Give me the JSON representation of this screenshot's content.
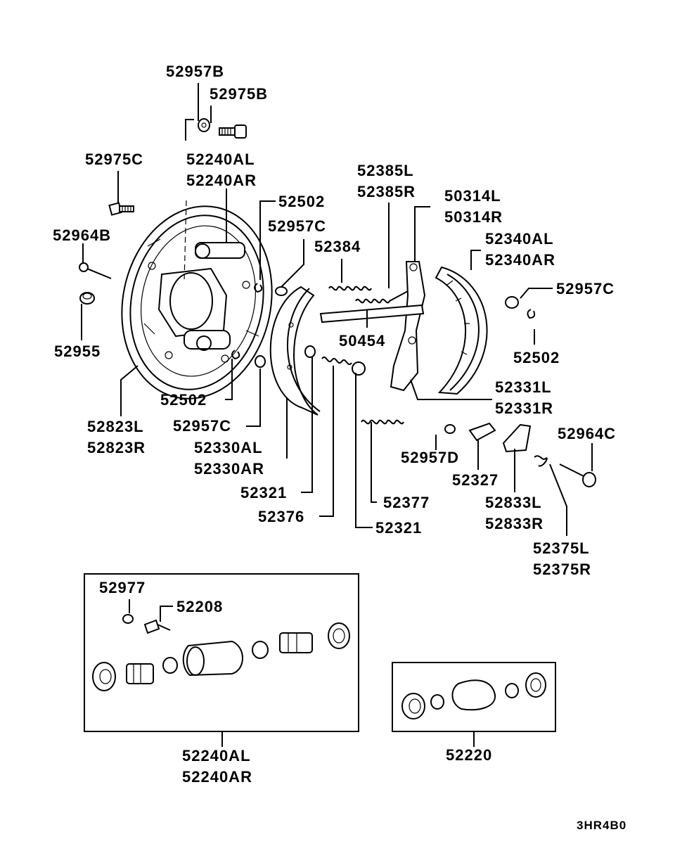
{
  "labels": {
    "l01": "52957B",
    "l02": "52975B",
    "l03": "52975C",
    "l04": "52240AL\n52240AR",
    "l05": "52502",
    "l06": "52957C",
    "l07": "52385L\n52385R",
    "l08": "50314L\n50314R",
    "l09": "52964B",
    "l10": "52384",
    "l11": "52340AL\n52340AR",
    "l12": "52957C",
    "l13": "52955",
    "l14": "50454",
    "l15": "52502",
    "l16": "52502",
    "l17": "52331L\n52331R",
    "l18": "52823L\n52823R",
    "l19": "52957C",
    "l20": "52330AL\n52330AR",
    "l21": "52964C",
    "l22": "52957D",
    "l23": "52327",
    "l24": "52321",
    "l25": "52377",
    "l26": "52833L\n52833R",
    "l27": "52376",
    "l28": "52321",
    "l29": "52375L\n52375R",
    "l30": "52977",
    "l31": "52208",
    "l32": "52240AL\n52240AR",
    "l33": "52220"
  },
  "figure_code": "3HR4B0"
}
